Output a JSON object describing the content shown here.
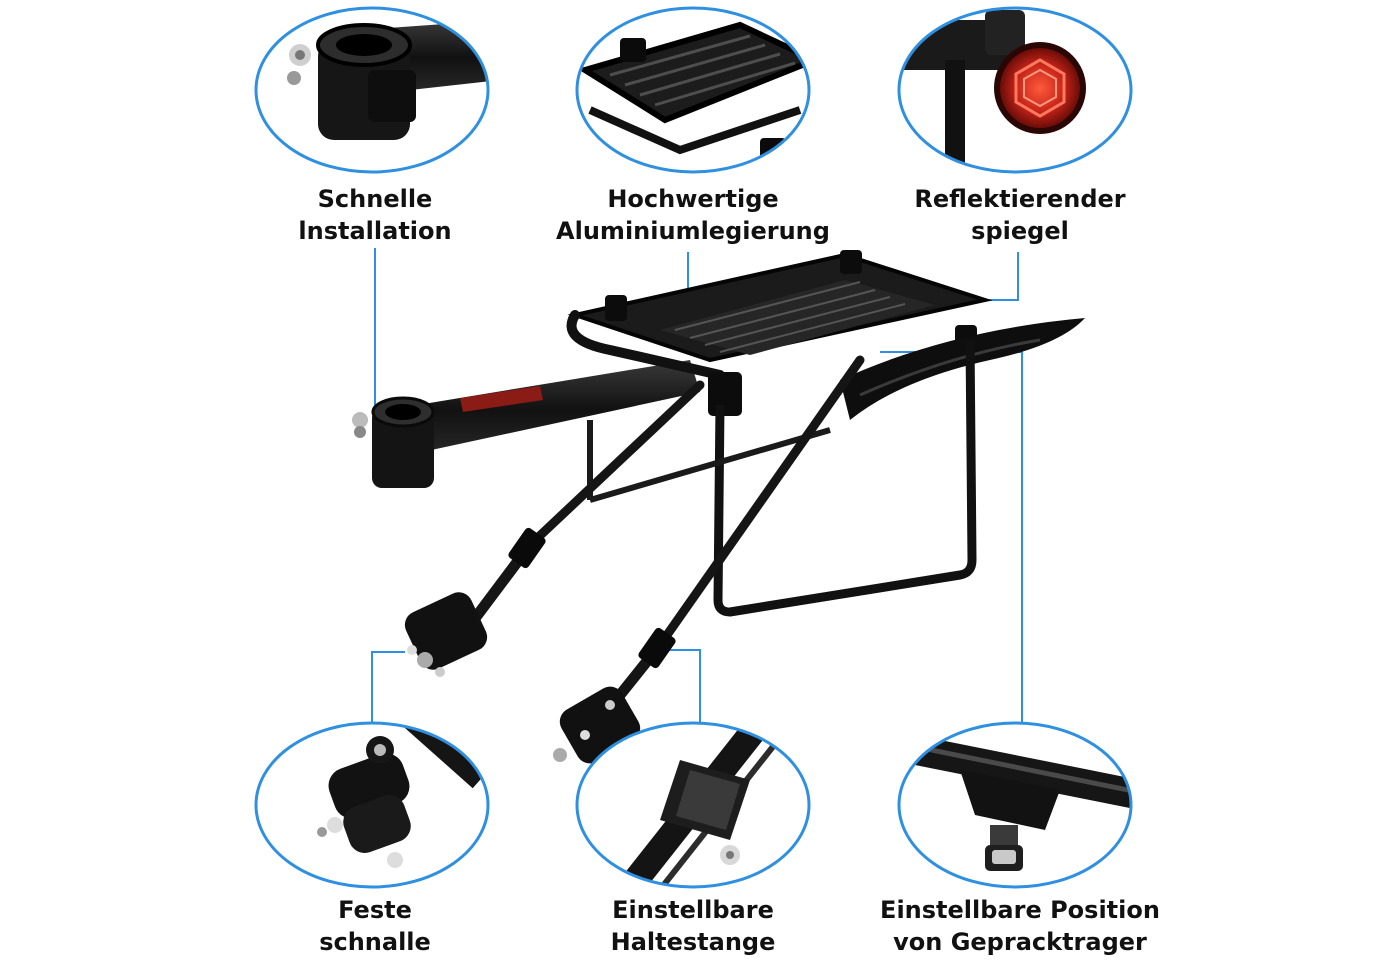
{
  "colors": {
    "accent_blue": "#2f8fe0",
    "rack_black": "#141414",
    "reflector_red": "#c62418",
    "text": "#111111"
  },
  "callouts": {
    "quick_install": {
      "line1": "Schnelle",
      "line2": "lnstallation",
      "icon": "seat-post-clamp-icon"
    },
    "aluminium": {
      "line1": "Hochwertige",
      "line2": "Aluminiumlegierung",
      "icon": "rack-platform-icon"
    },
    "reflector": {
      "line1": "Reflektierender",
      "line2": "spiegel",
      "icon": "reflector-icon"
    },
    "fixed_buckle": {
      "line1": "Feste",
      "line2": "schnalle",
      "icon": "buckle-clamp-icon"
    },
    "adjustable_rod": {
      "line1": "Einstellbare",
      "line2": "Haltestange",
      "icon": "adjustable-rod-icon"
    },
    "adjustable_position": {
      "line1": "Einstellbare Position",
      "line2": "von Gepracktrager",
      "icon": "mount-screw-icon"
    }
  }
}
